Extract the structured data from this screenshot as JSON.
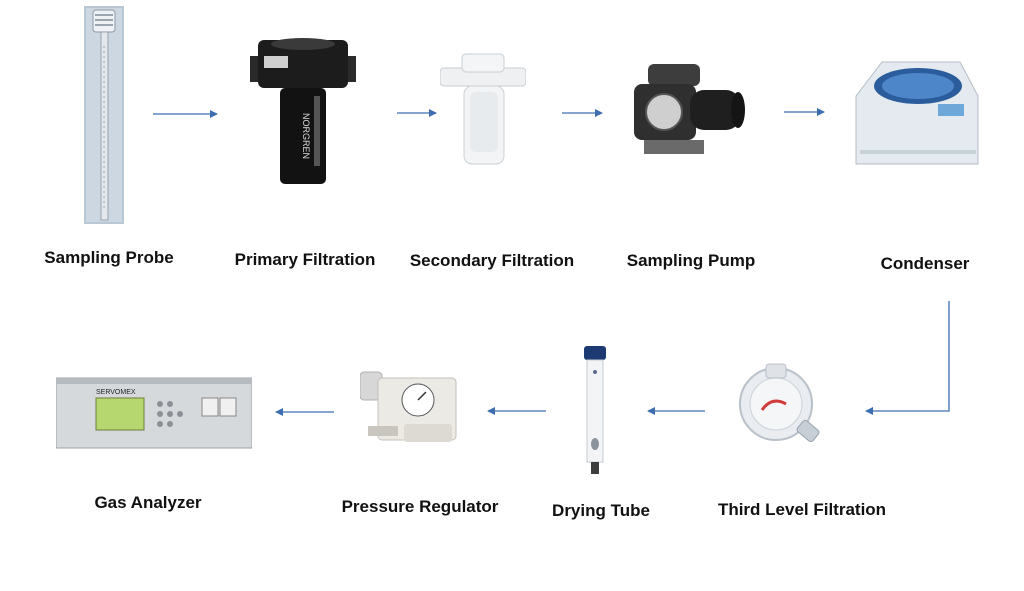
{
  "stages": [
    {
      "id": "sampling-probe",
      "label": "Sampling Probe"
    },
    {
      "id": "primary-filtration",
      "label": "Primary Filtration",
      "brand_text": "NORGREN"
    },
    {
      "id": "secondary-filtration",
      "label": "Secondary Filtration"
    },
    {
      "id": "sampling-pump",
      "label": "Sampling Pump"
    },
    {
      "id": "condenser",
      "label": "Condenser"
    },
    {
      "id": "third-level-filtration",
      "label": "Third Level Filtration"
    },
    {
      "id": "drying-tube",
      "label": "Drying Tube"
    },
    {
      "id": "pressure-regulator",
      "label": "Pressure Regulator"
    },
    {
      "id": "gas-analyzer",
      "label": "Gas Analyzer",
      "brand_text": "SERVOMEX"
    }
  ],
  "arrow_color": "#3d6fb0",
  "flow_order": [
    "sampling-probe",
    "primary-filtration",
    "secondary-filtration",
    "sampling-pump",
    "condenser",
    "third-level-filtration",
    "drying-tube",
    "pressure-regulator",
    "gas-analyzer"
  ]
}
